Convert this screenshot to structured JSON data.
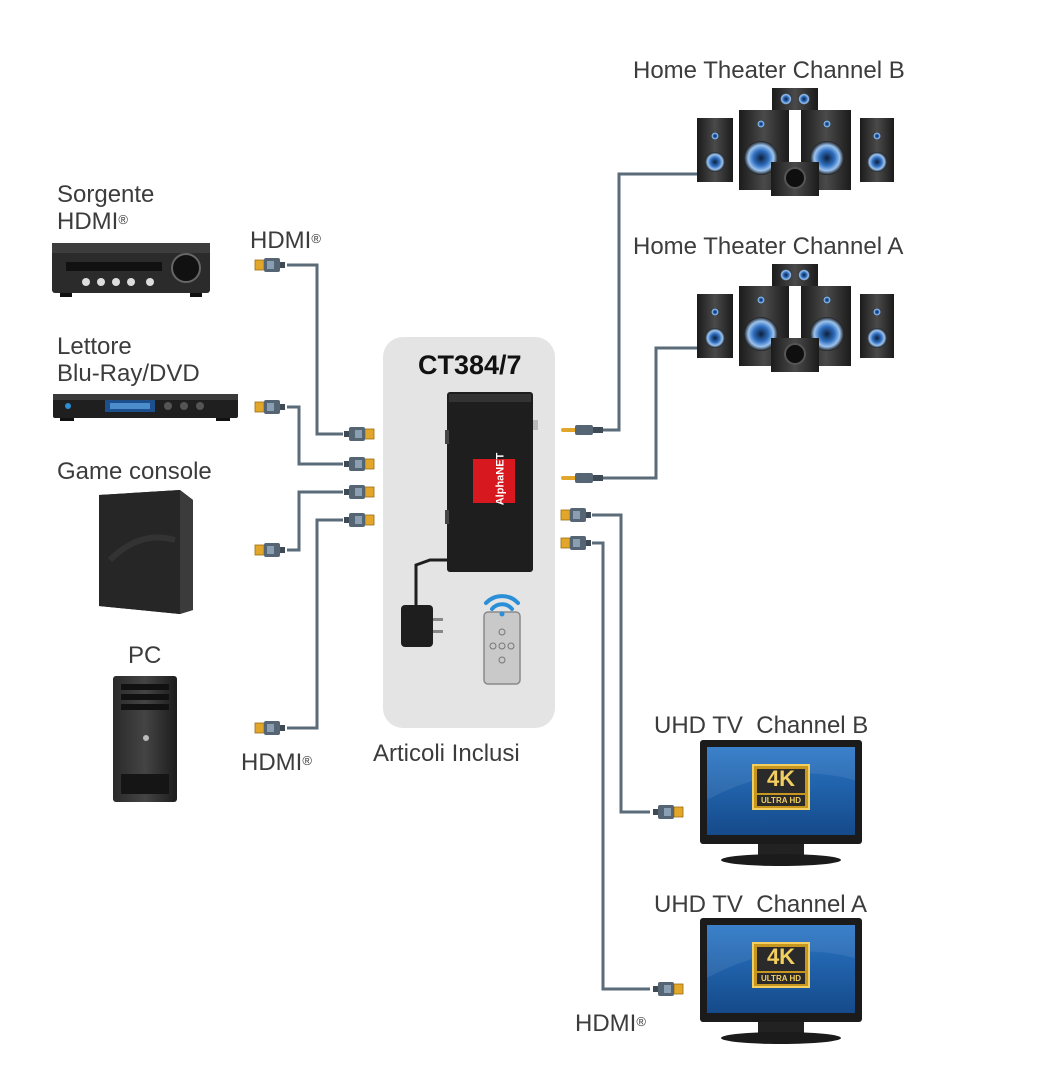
{
  "sources": {
    "hdmi_source_line1": "Sorgente",
    "hdmi_source_line2": "HDMI",
    "bluray_line1": "Lettore",
    "bluray_line2": "Blu-Ray/DVD",
    "game_console": "Game console",
    "pc": "PC"
  },
  "cable_labels": {
    "hdmi_top": "HDMI",
    "hdmi_bottom": "HDMI",
    "hdmi_right": "HDMI",
    "registered": "®"
  },
  "device": {
    "model": "CT384/7",
    "logo": "AlphaNET",
    "included": "Articoli Inclusi"
  },
  "outputs": {
    "home_theater_b": "Home Theater Channel B",
    "home_theater_a": "Home Theater Channel A",
    "tv_b": "UHD TV  Channel B",
    "tv_a": "UHD TV  Channel A",
    "badge_4k": "4K",
    "badge_ultra": "ULTRA",
    "badge_hd": "HD"
  },
  "colors": {
    "cable": "#5b6b78",
    "connector_gold": "#e2a72a",
    "device_body": "#1e1e1e",
    "logo_red": "#d7191f",
    "tv_screen": "#1f5fa8",
    "panel": "#e4e4e4",
    "wifi": "#2a8fd6"
  }
}
